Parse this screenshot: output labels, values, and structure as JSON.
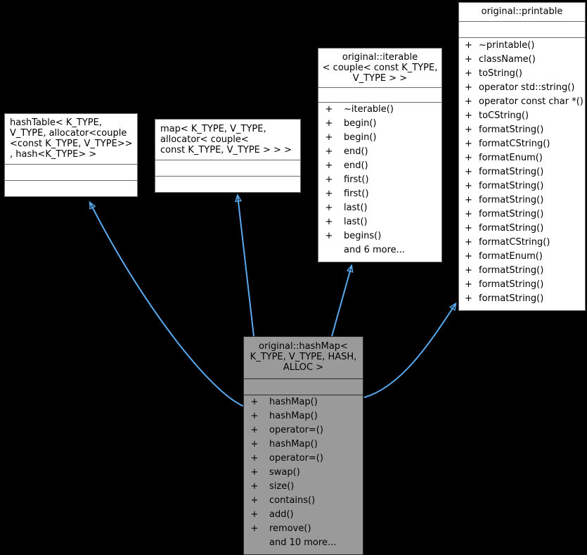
{
  "diagram": {
    "kind": "uml-inheritance-graph",
    "background_color": "#000000",
    "edge_color": "#5aaaf0",
    "node_fill_color": "#ffffff",
    "highlight_fill_color": "#9a9a9a",
    "border_color": "#6b6b6b"
  },
  "nodes": {
    "printable": {
      "title": "original::printable",
      "attributes": [],
      "methods": [
        {
          "visibility": "+",
          "name": "~printable()"
        },
        {
          "visibility": "+",
          "name": "className()"
        },
        {
          "visibility": "+",
          "name": "toString()"
        },
        {
          "visibility": "+",
          "name": "operator std::string()"
        },
        {
          "visibility": "+",
          "name": "operator const char *()"
        },
        {
          "visibility": "+",
          "name": "toCString()"
        },
        {
          "visibility": "+",
          "name": "formatString()"
        },
        {
          "visibility": "+",
          "name": "formatCString()"
        },
        {
          "visibility": "+",
          "name": "formatEnum()"
        },
        {
          "visibility": "+",
          "name": "formatString()"
        },
        {
          "visibility": "+",
          "name": "formatString()"
        },
        {
          "visibility": "+",
          "name": "formatString()"
        },
        {
          "visibility": "+",
          "name": "formatString()"
        },
        {
          "visibility": "+",
          "name": "formatString()"
        },
        {
          "visibility": "+",
          "name": "formatCString()"
        },
        {
          "visibility": "+",
          "name": "formatEnum()"
        },
        {
          "visibility": "+",
          "name": "formatString()"
        },
        {
          "visibility": "+",
          "name": "formatString()"
        },
        {
          "visibility": "+",
          "name": "formatString()"
        }
      ]
    },
    "iterable": {
      "title": "original::iterable\n< couple< const K_TYPE,\nV_TYPE > >",
      "attributes": [],
      "methods": [
        {
          "visibility": "+",
          "name": "~iterable()"
        },
        {
          "visibility": "+",
          "name": "begin()"
        },
        {
          "visibility": "+",
          "name": "begin()"
        },
        {
          "visibility": "+",
          "name": "end()"
        },
        {
          "visibility": "+",
          "name": "end()"
        },
        {
          "visibility": "+",
          "name": "first()"
        },
        {
          "visibility": "+",
          "name": "first()"
        },
        {
          "visibility": "+",
          "name": "last()"
        },
        {
          "visibility": "+",
          "name": "last()"
        },
        {
          "visibility": "+",
          "name": "begins()"
        },
        {
          "visibility": "",
          "name": "and 6 more..."
        }
      ]
    },
    "hashtable": {
      "title": "hashTable< K_TYPE,\n V_TYPE, allocator<couple\n<const K_TYPE, V_TYPE>>\n, hash<K_TYPE>  >",
      "attributes": [],
      "methods": []
    },
    "map": {
      "title": "map< K_TYPE, V_TYPE,\n allocator< couple<\n const K_TYPE, V_TYPE > > >",
      "attributes": [],
      "methods": []
    },
    "hashmap": {
      "title": "original::hashMap<\nK_TYPE, V_TYPE, HASH,\nALLOC >",
      "attributes": [],
      "methods": [
        {
          "visibility": "+",
          "name": "hashMap()"
        },
        {
          "visibility": "+",
          "name": "hashMap()"
        },
        {
          "visibility": "+",
          "name": "operator=()"
        },
        {
          "visibility": "+",
          "name": "hashMap()"
        },
        {
          "visibility": "+",
          "name": "operator=()"
        },
        {
          "visibility": "+",
          "name": "swap()"
        },
        {
          "visibility": "+",
          "name": "size()"
        },
        {
          "visibility": "+",
          "name": "contains()"
        },
        {
          "visibility": "+",
          "name": "add()"
        },
        {
          "visibility": "+",
          "name": "remove()"
        },
        {
          "visibility": "",
          "name": "and 10 more..."
        }
      ]
    }
  },
  "edges": [
    {
      "from": "hashmap",
      "to": "hashtable",
      "type": "inheritance"
    },
    {
      "from": "hashmap",
      "to": "map",
      "type": "inheritance"
    },
    {
      "from": "hashmap",
      "to": "iterable",
      "type": "inheritance"
    },
    {
      "from": "hashmap",
      "to": "printable",
      "type": "inheritance"
    }
  ]
}
